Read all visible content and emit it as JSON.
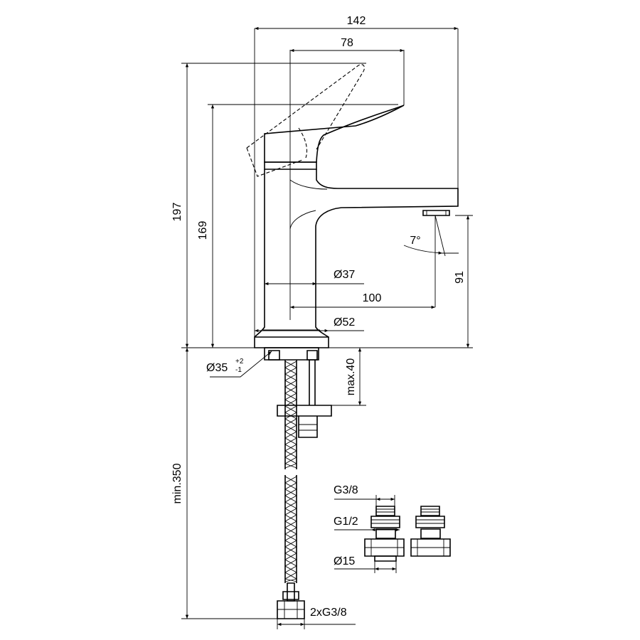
{
  "dimensions": {
    "width_total": "142",
    "width_handle": "78",
    "height_total": "197",
    "height_body": "169",
    "spout_angle": "7°",
    "spout_height": "91",
    "body_diameter": "Ø37",
    "spout_reach": "100",
    "base_diameter": "Ø52",
    "hole_diameter": "Ø35",
    "hole_tol_plus": "+2",
    "hole_tol_minus": "-1",
    "max_thickness": "max.40",
    "min_hose_length": "min.350",
    "hose_thread": "2xG3/8"
  },
  "adapter_labels": {
    "thread_small": "G3/8",
    "thread_large": "G1/2",
    "pipe_diameter": "Ø15"
  }
}
